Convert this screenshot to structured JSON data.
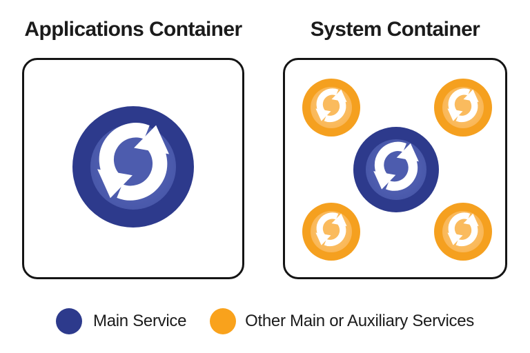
{
  "panels": [
    {
      "title": "Applications Container",
      "services": [
        {
          "name": "main-service",
          "icon": "sync-icon",
          "color_outer": "#2d3a8c",
          "color_inner": "#4d5cae"
        }
      ]
    },
    {
      "title": "System Container",
      "services": [
        {
          "name": "main-service",
          "icon": "sync-icon",
          "color_outer": "#2d3a8c",
          "color_inner": "#4d5cae"
        },
        {
          "name": "auxiliary-service-top-left",
          "icon": "sync-icon",
          "color_outer": "#f5a01f",
          "color_inner": "#fabb5e"
        },
        {
          "name": "auxiliary-service-top-right",
          "icon": "sync-icon",
          "color_outer": "#f5a01f",
          "color_inner": "#fabb5e"
        },
        {
          "name": "auxiliary-service-bottom-left",
          "icon": "sync-icon",
          "color_outer": "#f5a01f",
          "color_inner": "#fabb5e"
        },
        {
          "name": "auxiliary-service-bottom-right",
          "icon": "sync-icon",
          "color_outer": "#f5a01f",
          "color_inner": "#fabb5e"
        }
      ]
    }
  ],
  "legend": {
    "items": [
      {
        "label": "Main Service",
        "color": "#2d3a8c",
        "icon": "legend-dot"
      },
      {
        "label": "Other Main or Auxiliary Services",
        "color": "#f9a21c",
        "icon": "legend-dot"
      }
    ]
  },
  "colors": {
    "blue_outer": "#2d3a8c",
    "blue_inner": "#4d5cae",
    "orange_outer": "#f5a01f",
    "orange_inner": "#fabb5e",
    "icon": "#ffffff",
    "container_border": "#141414",
    "text": "#1b1b1b",
    "background": "#ffffff"
  }
}
